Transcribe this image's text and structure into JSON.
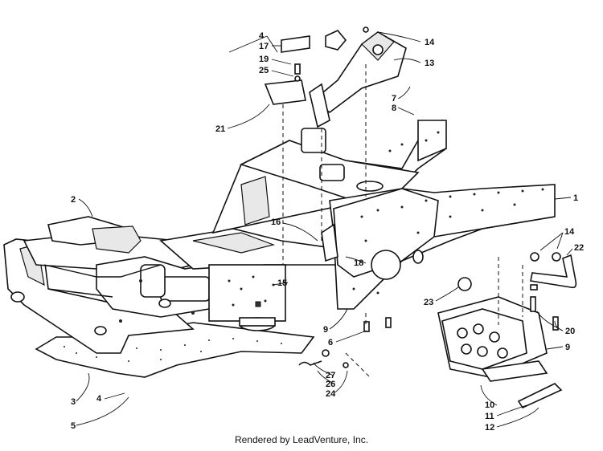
{
  "footer": {
    "text": "Rendered by LeadVenture, Inc."
  },
  "callouts": {
    "c1": "1",
    "c2": "2",
    "c3": "3",
    "c4a": "4",
    "c4b": "4",
    "c5": "5",
    "c6": "6",
    "c7": "7",
    "c8": "8",
    "c9a": "9",
    "c9b": "9",
    "c10": "10",
    "c11": "11",
    "c12": "12",
    "c13": "13",
    "c14a": "14",
    "c14b": "14",
    "c15": "15",
    "c16": "16",
    "c17": "17",
    "c18": "18",
    "c19": "19",
    "c20": "20",
    "c21": "21",
    "c22": "22",
    "c23": "23",
    "c24": "24",
    "c25": "25",
    "c26": "26",
    "c27": "27"
  }
}
